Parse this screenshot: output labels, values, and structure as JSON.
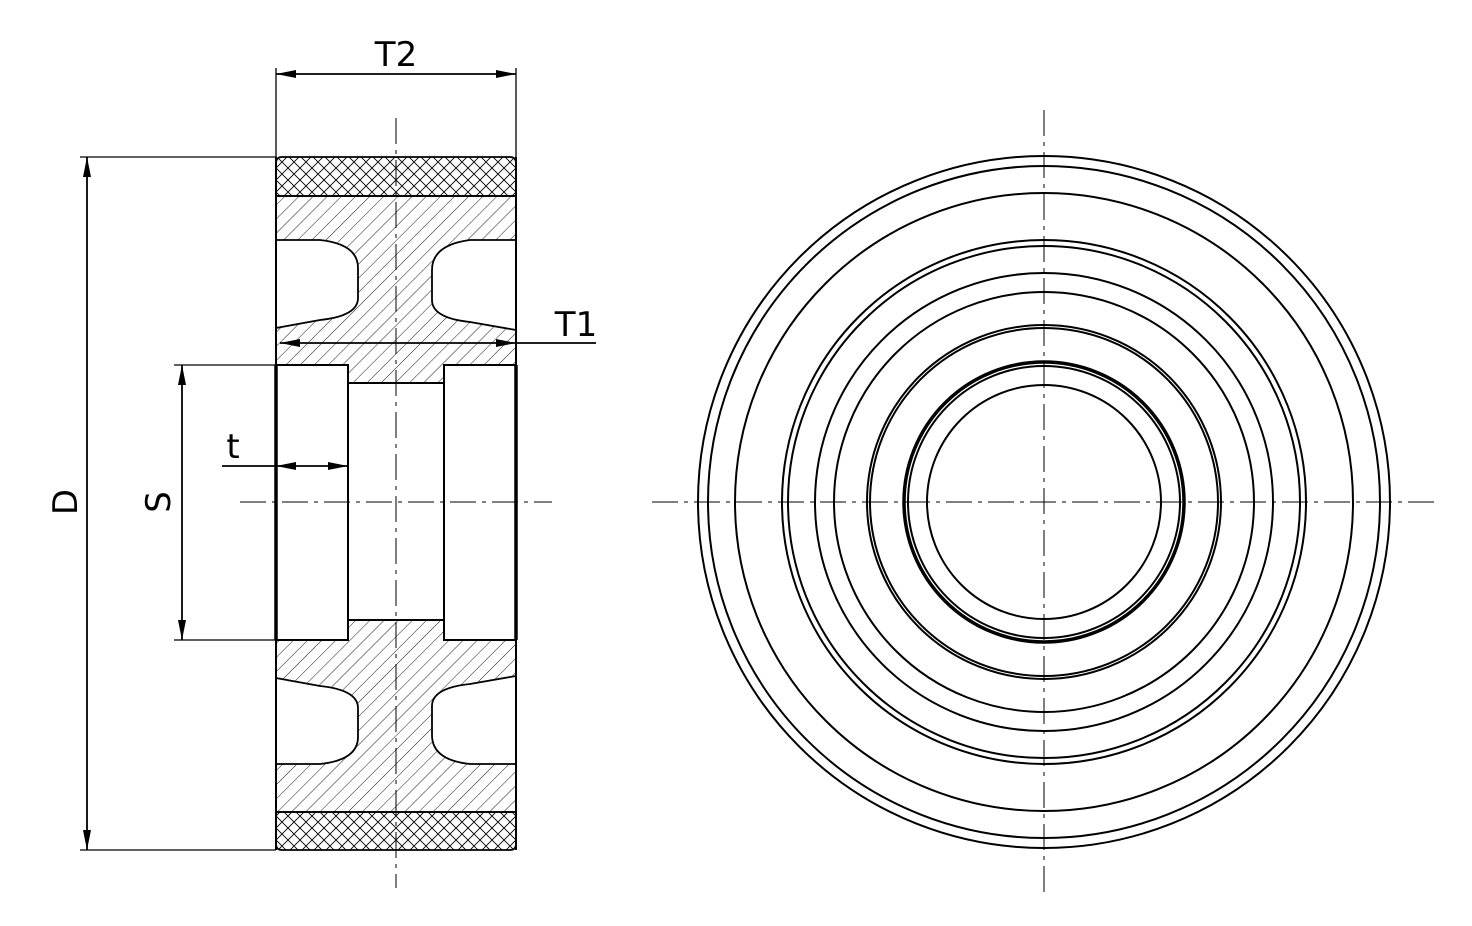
{
  "labels": {
    "t2": "T2",
    "t1": "T1",
    "t": "t",
    "s": "S",
    "d": "D"
  },
  "colors": {
    "line": "#000000",
    "background": "#ffffff"
  }
}
